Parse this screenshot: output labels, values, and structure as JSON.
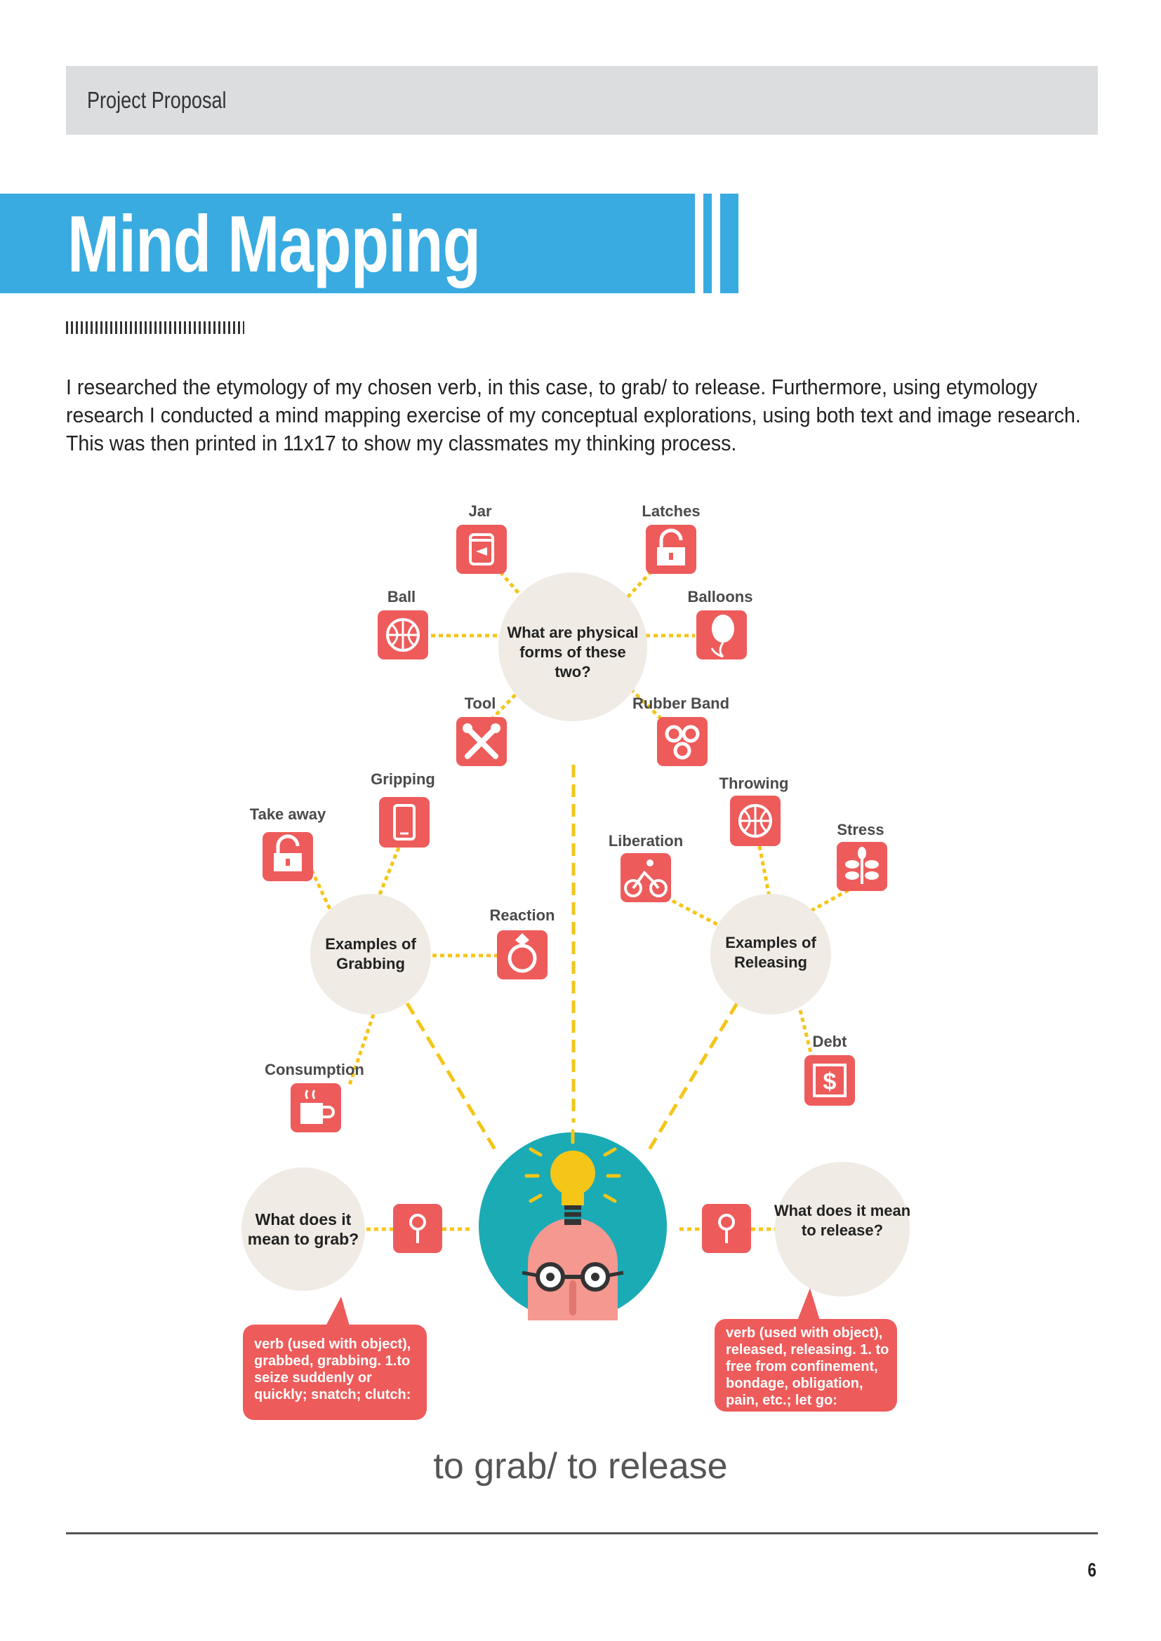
{
  "header": {
    "title": "Project Proposal"
  },
  "section": {
    "title": "Mind Mapping"
  },
  "intro": {
    "text": "I researched the etymology of my chosen verb, in this case, to grab/ to release. Furthermore, using etymology research I conducted a mind mapping exercise of my conceptual explorations, using both text and image research. This was then printed in 11x17 to show my classmates my thinking process."
  },
  "mind_map": {
    "physical_hub": "What are physical forms of these two?",
    "physical_nodes": {
      "jar": "Jar",
      "latches": "Latches",
      "ball": "Ball",
      "balloons": "Balloons",
      "tool": "Tool",
      "rubber_band": "Rubber Band"
    },
    "grab_hub": "Examples of Grabbing",
    "grab_nodes": {
      "gripping": "Gripping",
      "take_away": "Take away",
      "reaction": "Reaction",
      "consumption": "Consumption"
    },
    "release_hub": "Examples of Releasing",
    "release_nodes": {
      "throwing": "Throwing",
      "liberation": "Liberation",
      "stress": "Stress",
      "debt": "Debt"
    },
    "grab_question": "What does it mean to grab?",
    "release_question": "What does it mean to release?",
    "grab_definition": "verb (used with object), grabbed, grabbing. 1.to seize suddenly or quickly; snatch; clutch:",
    "release_definition": "verb (used with object), released, releasing. 1. to free from confinement, bondage, obligation, pain, etc.; let go:",
    "colors": {
      "tile": "#ee5b5b",
      "hub": "#f0ebe4",
      "connector": "#f5c518",
      "center": "#1aabb5",
      "bulb": "#f5c518",
      "face": "#f49890"
    }
  },
  "caption": "to grab/ to release",
  "footer": {
    "page_number": "6"
  }
}
